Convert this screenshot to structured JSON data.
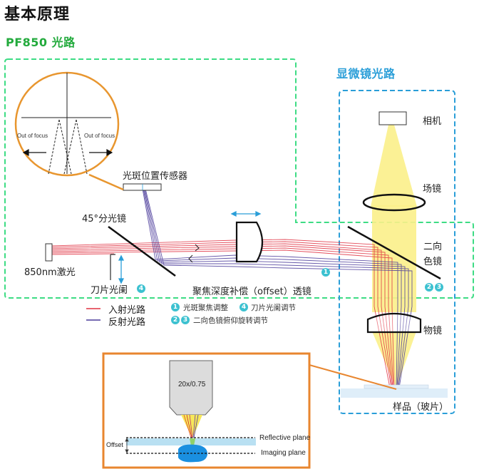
{
  "page": {
    "title": "基本原理",
    "pf850_title": "PF850 光路",
    "microscope_title": "显微镜光路"
  },
  "colors": {
    "green_dashed": "#3ddc84",
    "blue_dashed": "#2a9ed8",
    "orange": "#e8862f",
    "incident_red": "#e03040",
    "reflected_purple": "#4a3a9a",
    "yellow_beam": "#fbef8a",
    "badge": "#3cc1d0"
  },
  "labels": {
    "sensor": "光斑位置传感器",
    "beam_splitter": "45°分光镜",
    "laser": "850nm激光",
    "knife_aperture": "刀片光阑",
    "offset_lens": "聚焦深度补偿（offset）透镜",
    "camera": "相机",
    "field_lens": "场镜",
    "dichroic_line1": "二向",
    "dichroic_line2": "色镜",
    "objective": "物镜",
    "sample": "样品（玻片）"
  },
  "badges": {
    "b1": "1",
    "b2": "2",
    "b3": "3",
    "b4": "4"
  },
  "magnifier": {
    "left_text": "Out of focus",
    "right_text": "Out of focus"
  },
  "legend": {
    "incident": "入射光路",
    "reflected": "反射光路",
    "adj1_num": "1",
    "adj1": "光斑聚焦调整",
    "adj4_num": "4",
    "adj4": "刀片光阑调节",
    "adj23_num_a": "2",
    "adj23_num_b": "3",
    "adj23": "二向色镜俯仰旋转调节"
  },
  "inset": {
    "objective_label": "20x/0.75",
    "reflective_plane": "Reflective plane",
    "imaging_plane": "Imaging plane",
    "offset": "Offset"
  }
}
